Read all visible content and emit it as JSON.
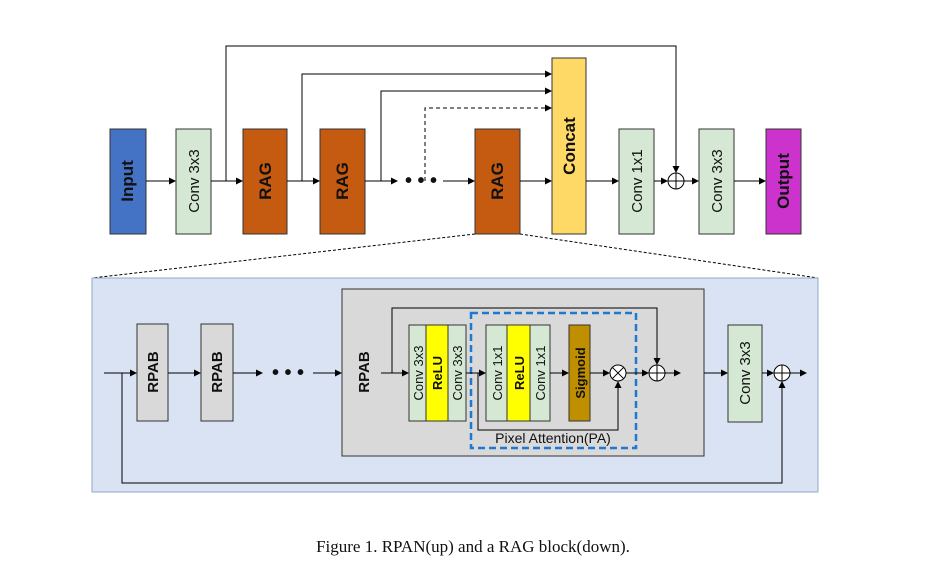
{
  "colors": {
    "input": "#4472c4",
    "conv": "#d5e8d4",
    "rag": "#c55a11",
    "concat": "#ffd966",
    "output": "#cc33cc",
    "panel": "#dae3f3",
    "rpab": "#d9d9d9",
    "inner": "#d9d9d9",
    "relu": "#ffff00",
    "sigmoid": "#bf8f00",
    "pa_border": "#1f78d1"
  },
  "top": {
    "input": "Input",
    "conv1": "Conv 3x3",
    "rag1": "RAG",
    "rag2": "RAG",
    "dots": "• • •",
    "rag3": "RAG",
    "concat": "Concat",
    "conv2": "Conv 1x1",
    "conv3": "Conv 3x3",
    "output": "Output"
  },
  "bottom": {
    "rpab1": "RPAB",
    "rpab2": "RPAB",
    "dots": "• • •",
    "rpab_label": "RPAB",
    "conv_a": "Conv 3x3",
    "relu_a": "ReLU",
    "conv_b": "Conv 3x3",
    "conv_c": "Conv 1x1",
    "relu_b": "ReLU",
    "conv_d": "Conv 1x1",
    "sigmoid": "Sigmoid",
    "pa_label": "Pixel Attention(PA)",
    "conv_out": "Conv 3x3"
  },
  "caption": "Figure 1. RPAN(up) and a RAG block(down)."
}
